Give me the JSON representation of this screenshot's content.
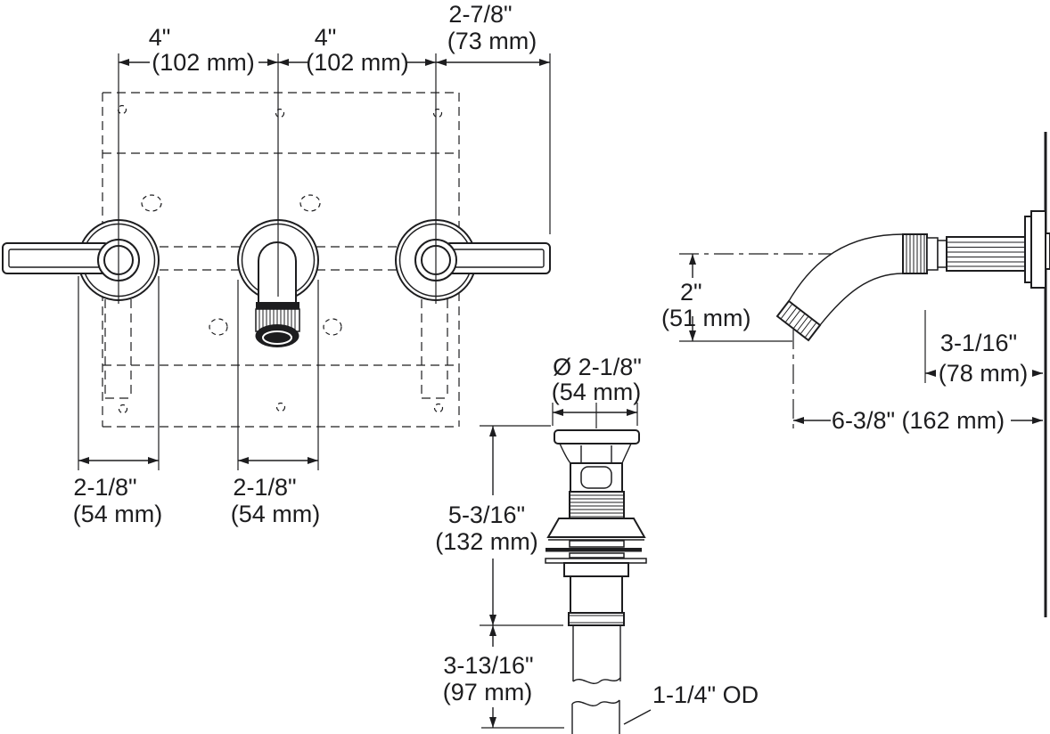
{
  "colors": {
    "ink": "#1d1d1f",
    "background": "#ffffff"
  },
  "front_view": {
    "dim_spread_left": {
      "inch": "4\"",
      "mm": "(102 mm)"
    },
    "dim_spread_right": {
      "inch": "4\"",
      "mm": "(102 mm)"
    },
    "dim_handle_extent": {
      "inch": "2-7/8\"",
      "mm": "(73 mm)"
    },
    "dim_escutcheon_left": {
      "inch": "2-1/8\"",
      "mm": "(54 mm)"
    },
    "dim_escutcheon_center": {
      "inch": "2-1/8\"",
      "mm": "(54 mm)"
    }
  },
  "drain_view": {
    "dim_flange_diameter": {
      "inch": "Ø 2-1/8\"",
      "mm": "(54 mm)"
    },
    "dim_above_deck": {
      "inch": "5-3/16\"",
      "mm": "(132 mm)"
    },
    "dim_tailpiece_length": {
      "inch": "3-13/16\"",
      "mm": "(97 mm)"
    },
    "label_tailpiece_od": "1-1/4\" OD"
  },
  "side_view": {
    "dim_spout_drop": {
      "inch": "2\"",
      "mm": "(51 mm)"
    },
    "dim_wall_to_bend": {
      "inch": "3-1/16\"",
      "mm": "(78 mm)"
    },
    "dim_spout_reach": "6-3/8\" (162 mm)"
  }
}
